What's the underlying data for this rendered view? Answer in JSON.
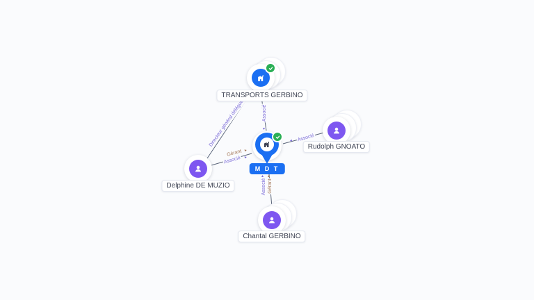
{
  "graph": {
    "background": "#fafbfd",
    "nodes": [
      {
        "label": "TRANSPORTS GERBINO",
        "type": "company",
        "verified": true
      },
      {
        "label": "M D T",
        "type": "company-pin",
        "verified": true
      },
      {
        "label": "Rudolph GNOATO",
        "type": "person",
        "verified": false
      },
      {
        "label": "Delphine DE MUZIO",
        "type": "person",
        "verified": false
      },
      {
        "label": "Chantal GERBINO",
        "type": "person",
        "verified": false
      }
    ],
    "edges": [
      {
        "from": "TRANSPORTS GERBINO",
        "to": "M D T",
        "labels": [
          {
            "text": "Associé",
            "color": "#7a6ad8"
          }
        ]
      },
      {
        "from": "Delphine DE MUZIO",
        "to": "TRANSPORTS GERBINO",
        "labels": [
          {
            "text": "Directeur général délégué",
            "color": "#7a6ad8"
          }
        ]
      },
      {
        "from": "Delphine DE MUZIO",
        "to": "M D T",
        "labels": [
          {
            "text": "Gérant",
            "color": "#a5795a"
          },
          {
            "text": "Associé",
            "color": "#7a6ad8"
          }
        ]
      },
      {
        "from": "Rudolph GNOATO",
        "to": "M D T",
        "labels": [
          {
            "text": "Associé",
            "color": "#7a6ad8"
          }
        ]
      },
      {
        "from": "Chantal GERBINO",
        "to": "M D T",
        "labels": [
          {
            "text": "Associé",
            "color": "#7a6ad8"
          },
          {
            "text": "Gérant",
            "color": "#a5795a"
          }
        ]
      }
    ],
    "colors": {
      "company_blue": "#1b6ff2",
      "person_purple": "#7e57f0",
      "verified_green": "#2aaf55",
      "edge_line": "#3f4b63",
      "associe_label": "#7a6ad8",
      "gerant_label": "#a5795a"
    }
  }
}
